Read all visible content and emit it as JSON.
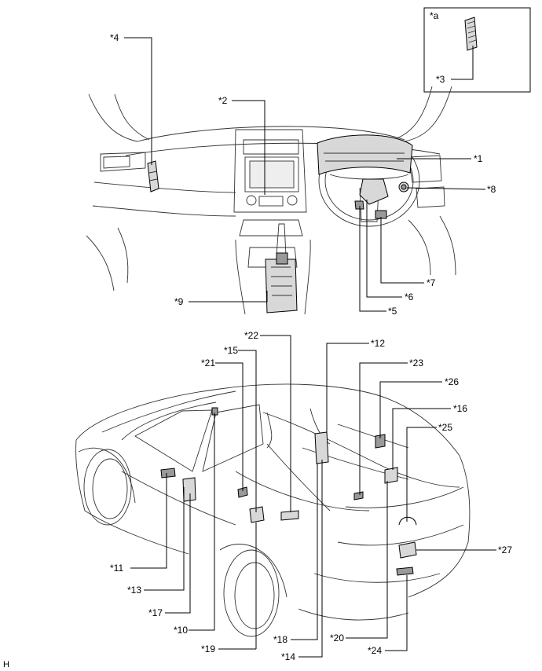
{
  "inset": {
    "label": "*a"
  },
  "corner_mark": "H",
  "callouts": {
    "c1": "*1",
    "c2": "*2",
    "c3": "*3",
    "c4": "*4",
    "c5": "*5",
    "c6": "*6",
    "c7": "*7",
    "c8": "*8",
    "c9": "*9",
    "c10": "*10",
    "c11": "*11",
    "c12": "*12",
    "c13": "*13",
    "c14": "*14",
    "c15": "*15",
    "c16": "*16",
    "c17": "*17",
    "c18": "*18",
    "c19": "*19",
    "c20": "*20",
    "c21": "*21",
    "c22": "*22",
    "c23": "*23",
    "c24": "*24",
    "c25": "*25",
    "c26": "*26",
    "c27": "*27"
  }
}
